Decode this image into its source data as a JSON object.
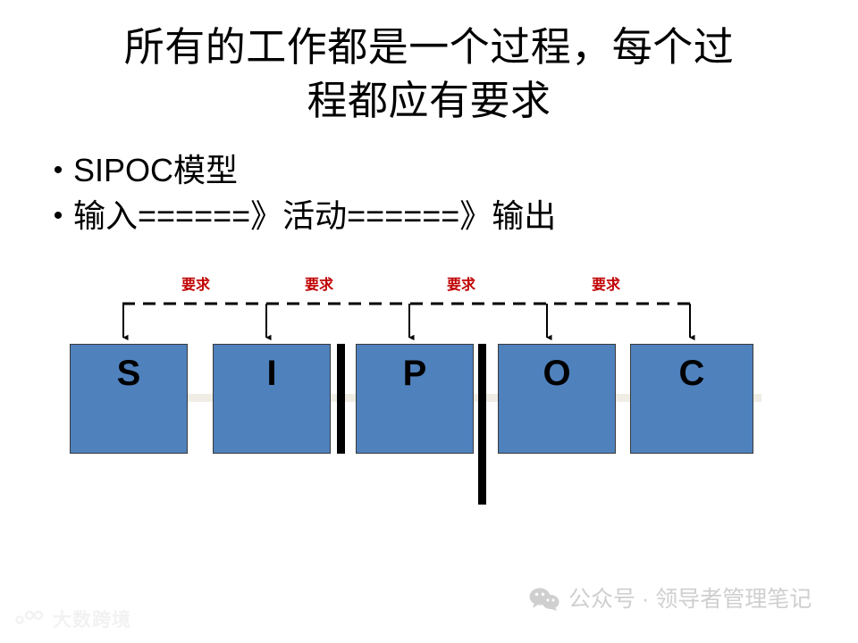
{
  "slide": {
    "title": "所有的工作都是一个过程，每个过\n程都应有要求",
    "bullets": [
      {
        "marker": "•",
        "text": "SIPOC模型"
      },
      {
        "marker": "•",
        "text": "输入======》活动======》输出"
      }
    ]
  },
  "diagram": {
    "requirement_labels": [
      {
        "text": "要求"
      },
      {
        "text": "要求"
      },
      {
        "text": "要求"
      },
      {
        "text": "要求"
      }
    ],
    "boxes": [
      {
        "letter": "S"
      },
      {
        "letter": "I"
      },
      {
        "letter": "P"
      },
      {
        "letter": "O"
      },
      {
        "letter": "C"
      }
    ],
    "colors": {
      "box_fill": "#4F81BD",
      "box_border": "#3A3A3A",
      "requirement_text": "#C00000",
      "connector": "#EFEDE4",
      "divider": "#000000",
      "arrow": "#000000"
    }
  },
  "watermarks": {
    "wechat": {
      "icon": "wechat-icon",
      "text": "公众号 · 领导者管理笔记"
    },
    "brand": {
      "icon": "brand-logo-icon",
      "text": "大数跨境"
    }
  }
}
